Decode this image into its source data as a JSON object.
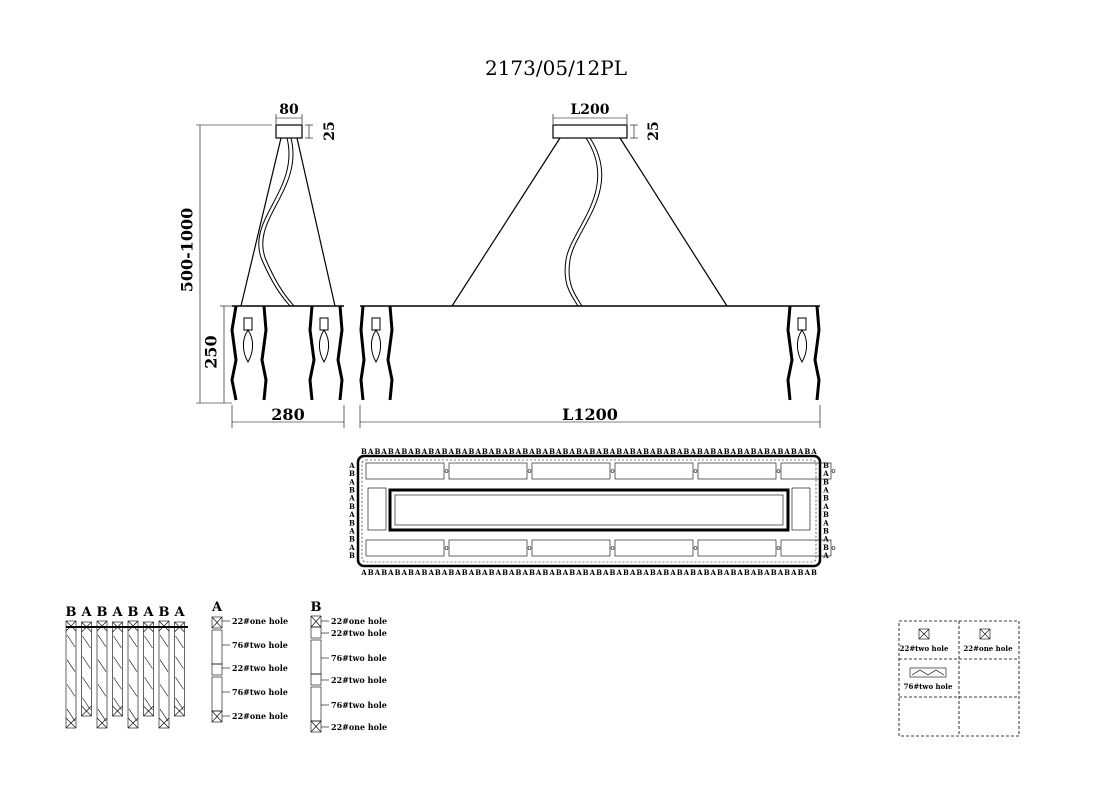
{
  "title": "2173/05/12PL",
  "side_view": {
    "canopy_width": "80",
    "canopy_height": "25",
    "total_height": "500-1000",
    "body_height": "250",
    "width": "280"
  },
  "front_view": {
    "canopy_length": "L200",
    "canopy_height": "25",
    "length": "L1200"
  },
  "plan_view": {
    "top_labels": [
      "B",
      "A",
      "B",
      "A",
      "B",
      "A",
      "B",
      "A",
      "B",
      "A",
      "B",
      "A",
      "B",
      "A",
      "B",
      "A",
      "B",
      "A",
      "B",
      "A",
      "B",
      "A",
      "B",
      "A",
      "B",
      "A",
      "B",
      "A",
      "B",
      "A",
      "B",
      "A",
      "B",
      "A",
      "B",
      "A",
      "B",
      "A",
      "B",
      "A",
      "B",
      "A",
      "B",
      "A",
      "B",
      "A",
      "B",
      "A",
      "B",
      "A",
      "B",
      "A",
      "B",
      "A",
      "B",
      "A",
      "B",
      "A",
      "B",
      "A",
      "B",
      "A",
      "B",
      "A",
      "B",
      "A",
      "B",
      "A"
    ],
    "bottom_labels": [
      "A",
      "B",
      "A",
      "B",
      "A",
      "B",
      "A",
      "B",
      "A",
      "B",
      "A",
      "B",
      "A",
      "B",
      "A",
      "B",
      "A",
      "B",
      "A",
      "B",
      "A",
      "B",
      "A",
      "B",
      "A",
      "B",
      "A",
      "B",
      "A",
      "B",
      "A",
      "B",
      "A",
      "B",
      "A",
      "B",
      "A",
      "B",
      "A",
      "B",
      "A",
      "B",
      "A",
      "B",
      "A",
      "B",
      "A",
      "B",
      "A",
      "B",
      "A",
      "B",
      "A",
      "B",
      "A",
      "B",
      "A",
      "B",
      "A",
      "B",
      "A",
      "B",
      "A",
      "B",
      "A",
      "B",
      "A",
      "B"
    ],
    "left_labels": [
      "A",
      "B",
      "A",
      "B",
      "A",
      "B",
      "A",
      "B",
      "A",
      "B",
      "A",
      "B"
    ],
    "right_labels": [
      "B",
      "A",
      "B",
      "A",
      "B",
      "A",
      "B",
      "A",
      "B",
      "A",
      "B",
      "A"
    ]
  },
  "strands": {
    "labels": [
      "B",
      "A",
      "B",
      "A",
      "B",
      "A",
      "B",
      "A"
    ]
  },
  "strand_a": {
    "label": "A",
    "notes": [
      "22#one hole",
      "76#two hole",
      "22#two hole",
      "76#two hole",
      "22#one hole"
    ]
  },
  "strand_b": {
    "label": "B",
    "notes": [
      "22#one hole",
      "22#two hole",
      "76#two hole",
      "22#two hole",
      "76#two hole",
      "22#one hole"
    ]
  },
  "legend": {
    "items": [
      "22#two hole",
      "22#one hole",
      "76#two hole"
    ]
  }
}
